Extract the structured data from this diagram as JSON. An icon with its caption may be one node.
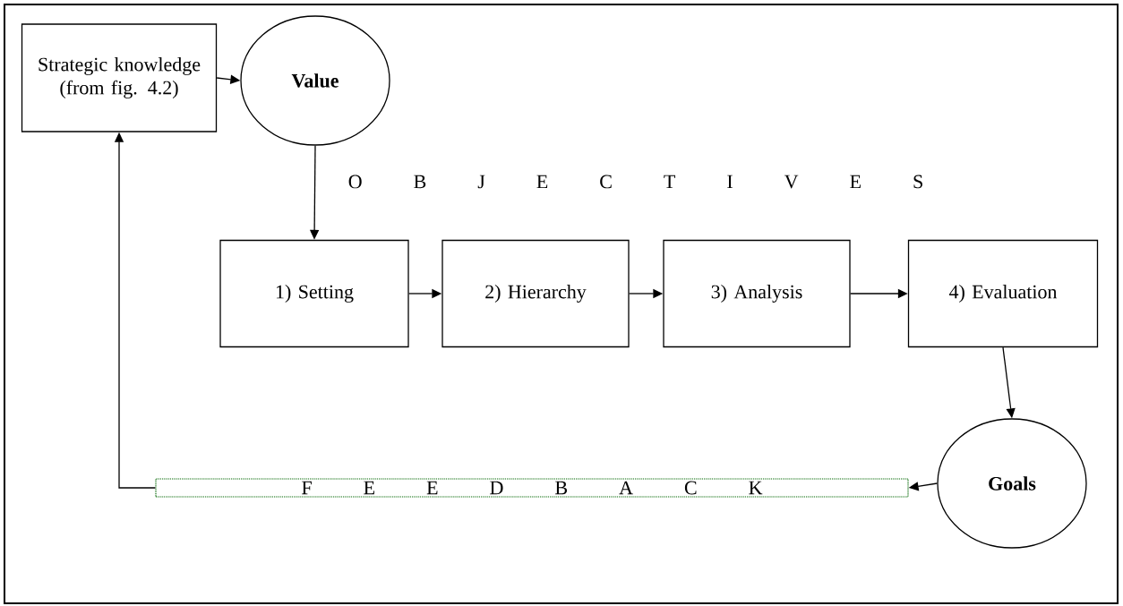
{
  "diagram": {
    "nodes": [
      {
        "text": [
          "Strategic knowledge (from fig. 4.2)"
        ]
      },
      {
        "text": [
          "Value"
        ]
      },
      {
        "text": [
          "1) Setting"
        ]
      },
      {
        "text": [
          "2) Hierarchy"
        ]
      },
      {
        "text": [
          "3) Analysis"
        ]
      },
      {
        "text": [
          "4) Evaluation"
        ]
      },
      {
        "text": [
          "Goals"
        ]
      },
      {
        "text": [
          "F E E D B A C K"
        ]
      }
    ],
    "edges": [
      {
        "from": 0,
        "to": 1,
        "arrow": "to"
      },
      {
        "from": 1,
        "to": 2,
        "arrow": "to"
      },
      {
        "from": 2,
        "to": 3,
        "arrow": "to"
      },
      {
        "from": 3,
        "to": 4,
        "arrow": "to"
      },
      {
        "from": 4,
        "to": 5,
        "arrow": "to"
      },
      {
        "from": 5,
        "to": 6,
        "arrow": "to"
      },
      {
        "from": 6,
        "to": 7,
        "arrow": "to"
      },
      {
        "from": 7,
        "to": 0,
        "arrow": "to"
      }
    ],
    "labels": [
      "O B J E C T I V E S"
    ]
  }
}
